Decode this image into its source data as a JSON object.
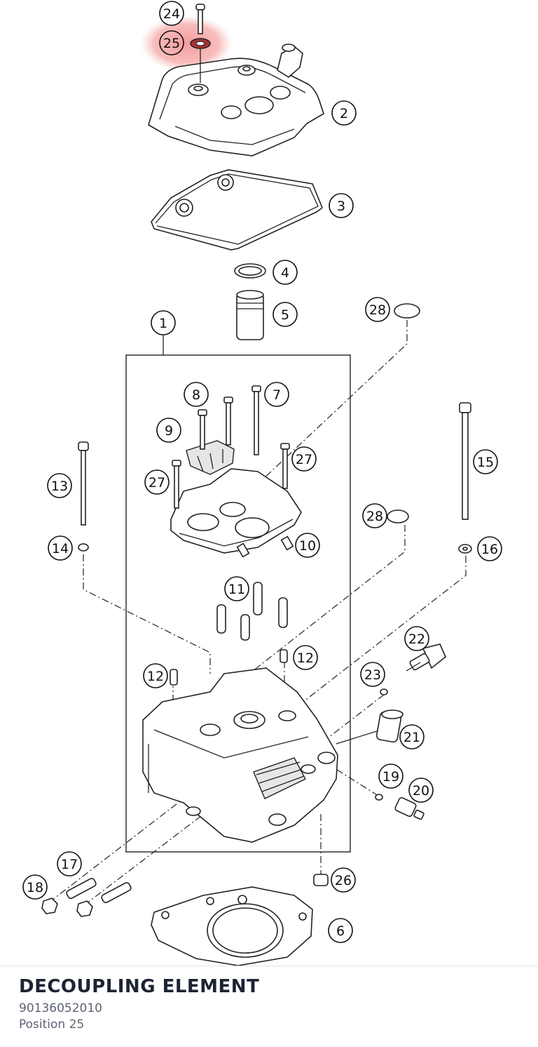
{
  "diagram": {
    "callouts": [
      {
        "label": "24",
        "highlighted": false
      },
      {
        "label": "25",
        "highlighted": true
      },
      {
        "label": "2",
        "highlighted": false
      },
      {
        "label": "3",
        "highlighted": false
      },
      {
        "label": "4",
        "highlighted": false
      },
      {
        "label": "5",
        "highlighted": false
      },
      {
        "label": "28",
        "highlighted": false
      },
      {
        "label": "1",
        "highlighted": false
      },
      {
        "label": "8",
        "highlighted": false
      },
      {
        "label": "7",
        "highlighted": false
      },
      {
        "label": "9",
        "highlighted": false
      },
      {
        "label": "27",
        "highlighted": false
      },
      {
        "label": "27",
        "highlighted": false
      },
      {
        "label": "15",
        "highlighted": false
      },
      {
        "label": "13",
        "highlighted": false
      },
      {
        "label": "28",
        "highlighted": false
      },
      {
        "label": "14",
        "highlighted": false
      },
      {
        "label": "10",
        "highlighted": false
      },
      {
        "label": "16",
        "highlighted": false
      },
      {
        "label": "11",
        "highlighted": false
      },
      {
        "label": "22",
        "highlighted": false
      },
      {
        "label": "12",
        "highlighted": false
      },
      {
        "label": "12",
        "highlighted": false
      },
      {
        "label": "23",
        "highlighted": false
      },
      {
        "label": "21",
        "highlighted": false
      },
      {
        "label": "19",
        "highlighted": false
      },
      {
        "label": "20",
        "highlighted": false
      },
      {
        "label": "17",
        "highlighted": false
      },
      {
        "label": "26",
        "highlighted": false
      },
      {
        "label": "18",
        "highlighted": false
      },
      {
        "label": "6",
        "highlighted": false
      }
    ],
    "highlight_color": "#f28b8b"
  },
  "part": {
    "title": "DECOUPLING ELEMENT",
    "number": "90136052010",
    "position": "Position 25"
  }
}
